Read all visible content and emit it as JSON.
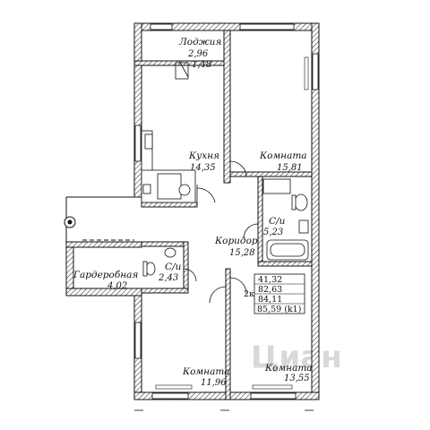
{
  "rooms": {
    "loggia": {
      "name": "Лоджия",
      "area_a": "2,96",
      "area_b": "1,48"
    },
    "kitchen": {
      "name": "Кухня",
      "area": "14,35"
    },
    "room_top": {
      "name": "Комната",
      "area": "15,81"
    },
    "bath_top": {
      "name": "С/и",
      "area": "5,23"
    },
    "corridor": {
      "name": "Коридор",
      "area": "15,28"
    },
    "wardrobe": {
      "name": "Гардеробная",
      "area": "4,02"
    },
    "bath_small": {
      "name": "С/и",
      "area": "2,43"
    },
    "room_bl": {
      "name": "Комната",
      "area": "11,96"
    },
    "room_br": {
      "name": "Комната",
      "area": "13,55"
    }
  },
  "summary": {
    "rooms_label": "2к",
    "values": [
      "41,32",
      "82,63",
      "84,11",
      "85,59 (k1)"
    ]
  },
  "watermark": "Циан"
}
